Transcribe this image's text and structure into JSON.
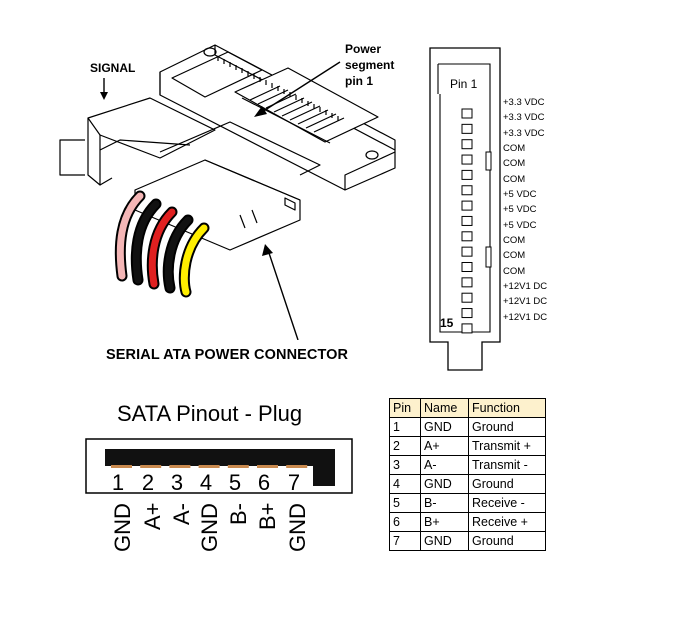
{
  "connector": {
    "signal_label": "SIGNAL",
    "power_label_lines": [
      "Power",
      "segment",
      "pin 1"
    ],
    "caption": "SERIAL ATA POWER CONNECTOR",
    "wire_colors": [
      "#f4b6b6",
      "#111111",
      "#e02020",
      "#111111",
      "#ffee00"
    ]
  },
  "power_pinout": {
    "pin1_label": "Pin 1",
    "pin15_label": "15",
    "pins": [
      "+3.3 VDC",
      "+3.3 VDC",
      "+3.3 VDC",
      "COM",
      "COM",
      "COM",
      "+5 VDC",
      "+5 VDC",
      "+5 VDC",
      "COM",
      "COM",
      "COM",
      "+12V1 DC",
      "+12V1 DC",
      "+12V1 DC"
    ]
  },
  "plug": {
    "title": "SATA Pinout - Plug",
    "pin_numbers": [
      "1",
      "2",
      "3",
      "4",
      "5",
      "6",
      "7"
    ],
    "signals": [
      "GND",
      "A+",
      "A-",
      "GND",
      "B-",
      "B+",
      "GND"
    ],
    "contact_color": "#c98a4f"
  },
  "table": {
    "header_bg": "#fdf1cd",
    "headers": [
      "Pin",
      "Name",
      "Function"
    ],
    "rows": [
      [
        "1",
        "GND",
        "Ground"
      ],
      [
        "2",
        "A+",
        "Transmit +"
      ],
      [
        "3",
        "A-",
        "Transmit -"
      ],
      [
        "4",
        "GND",
        "Ground"
      ],
      [
        "5",
        "B-",
        "Receive -"
      ],
      [
        "6",
        "B+",
        "Receive +"
      ],
      [
        "7",
        "GND",
        "Ground"
      ]
    ]
  }
}
